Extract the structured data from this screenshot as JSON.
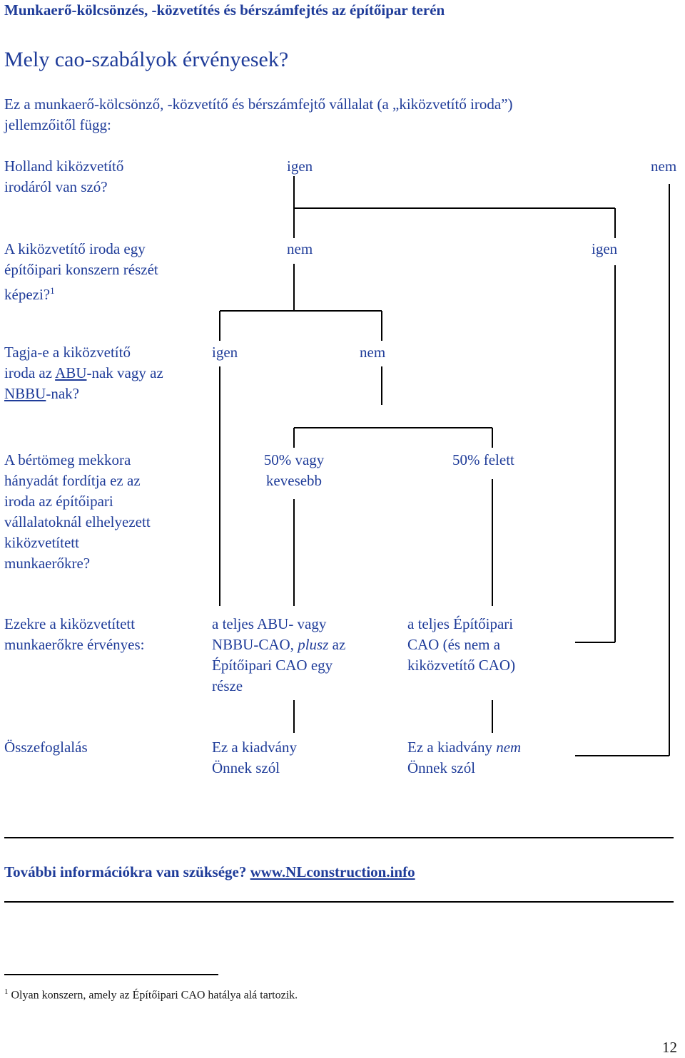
{
  "header": "Munkaerő-kölcsönzés, -közvetítés és bérszámfejtés az építőipar terén",
  "heading": "Mely cao-szabályok érvényesek?",
  "intro": [
    "Ez a munkaerő-kölcsönző, -közvetítő és bérszámfejtő vállalat (a „kiközvetítő iroda”)",
    "jellemzőitől függ:"
  ],
  "q1": {
    "lines": [
      "Holland kiközvetítő",
      "irodáról van szó?"
    ],
    "yes": "igen",
    "no": "nem"
  },
  "q2": {
    "lines": [
      "A kiközvetítő iroda egy",
      "építőipari konszern részét",
      "képezi?"
    ],
    "footnote_ref": "1",
    "no": "nem",
    "yes": "igen"
  },
  "q3": {
    "line1": "Tagja-e a kiközvetítő",
    "line2_pre": "iroda az ",
    "abu": "ABU",
    "line2_post": "-nak vagy az",
    "nbbu": "NBBU",
    "line3_post": "-nak?",
    "yes": "igen",
    "no": "nem"
  },
  "q4": {
    "lines": [
      "A bértömeg mekkora",
      "hányadát fordítja ez az",
      "iroda az építőipari",
      "vállalatoknál elhelyezett",
      "kiközvetített",
      "munkaerőkre?"
    ],
    "opt_a": [
      "50% vagy",
      "kevesebb"
    ],
    "opt_b": "50% felett"
  },
  "q5": {
    "lines": [
      "Ezekre a kiközvetített",
      "munkaerőkre érvényes:"
    ],
    "res_a_line1": "a teljes ABU- vagy",
    "res_a_line2_pre": "NBBU-CAO, ",
    "res_a_plusz": "plusz",
    "res_a_line2_post": " az",
    "res_a_line3": "Építőipari CAO egy",
    "res_a_line4": "része",
    "res_b": [
      "a teljes Építőipari",
      "CAO (és nem a",
      "kiközvetítő CAO)"
    ]
  },
  "summary": {
    "label": "Összefoglalás",
    "a": [
      "Ez a kiadvány",
      "Önnek szól"
    ],
    "b_pre": "Ez a kiadvány ",
    "b_nem": "nem",
    "b_line2": "Önnek szól"
  },
  "more_info": {
    "text": "További információkra van szüksége? ",
    "link": "www.NLconstruction.info"
  },
  "footnote": {
    "num": "1",
    "text": "Olyan konszern, amely az Építőipari CAO hatálya alá tartozik."
  },
  "page_number": "12"
}
